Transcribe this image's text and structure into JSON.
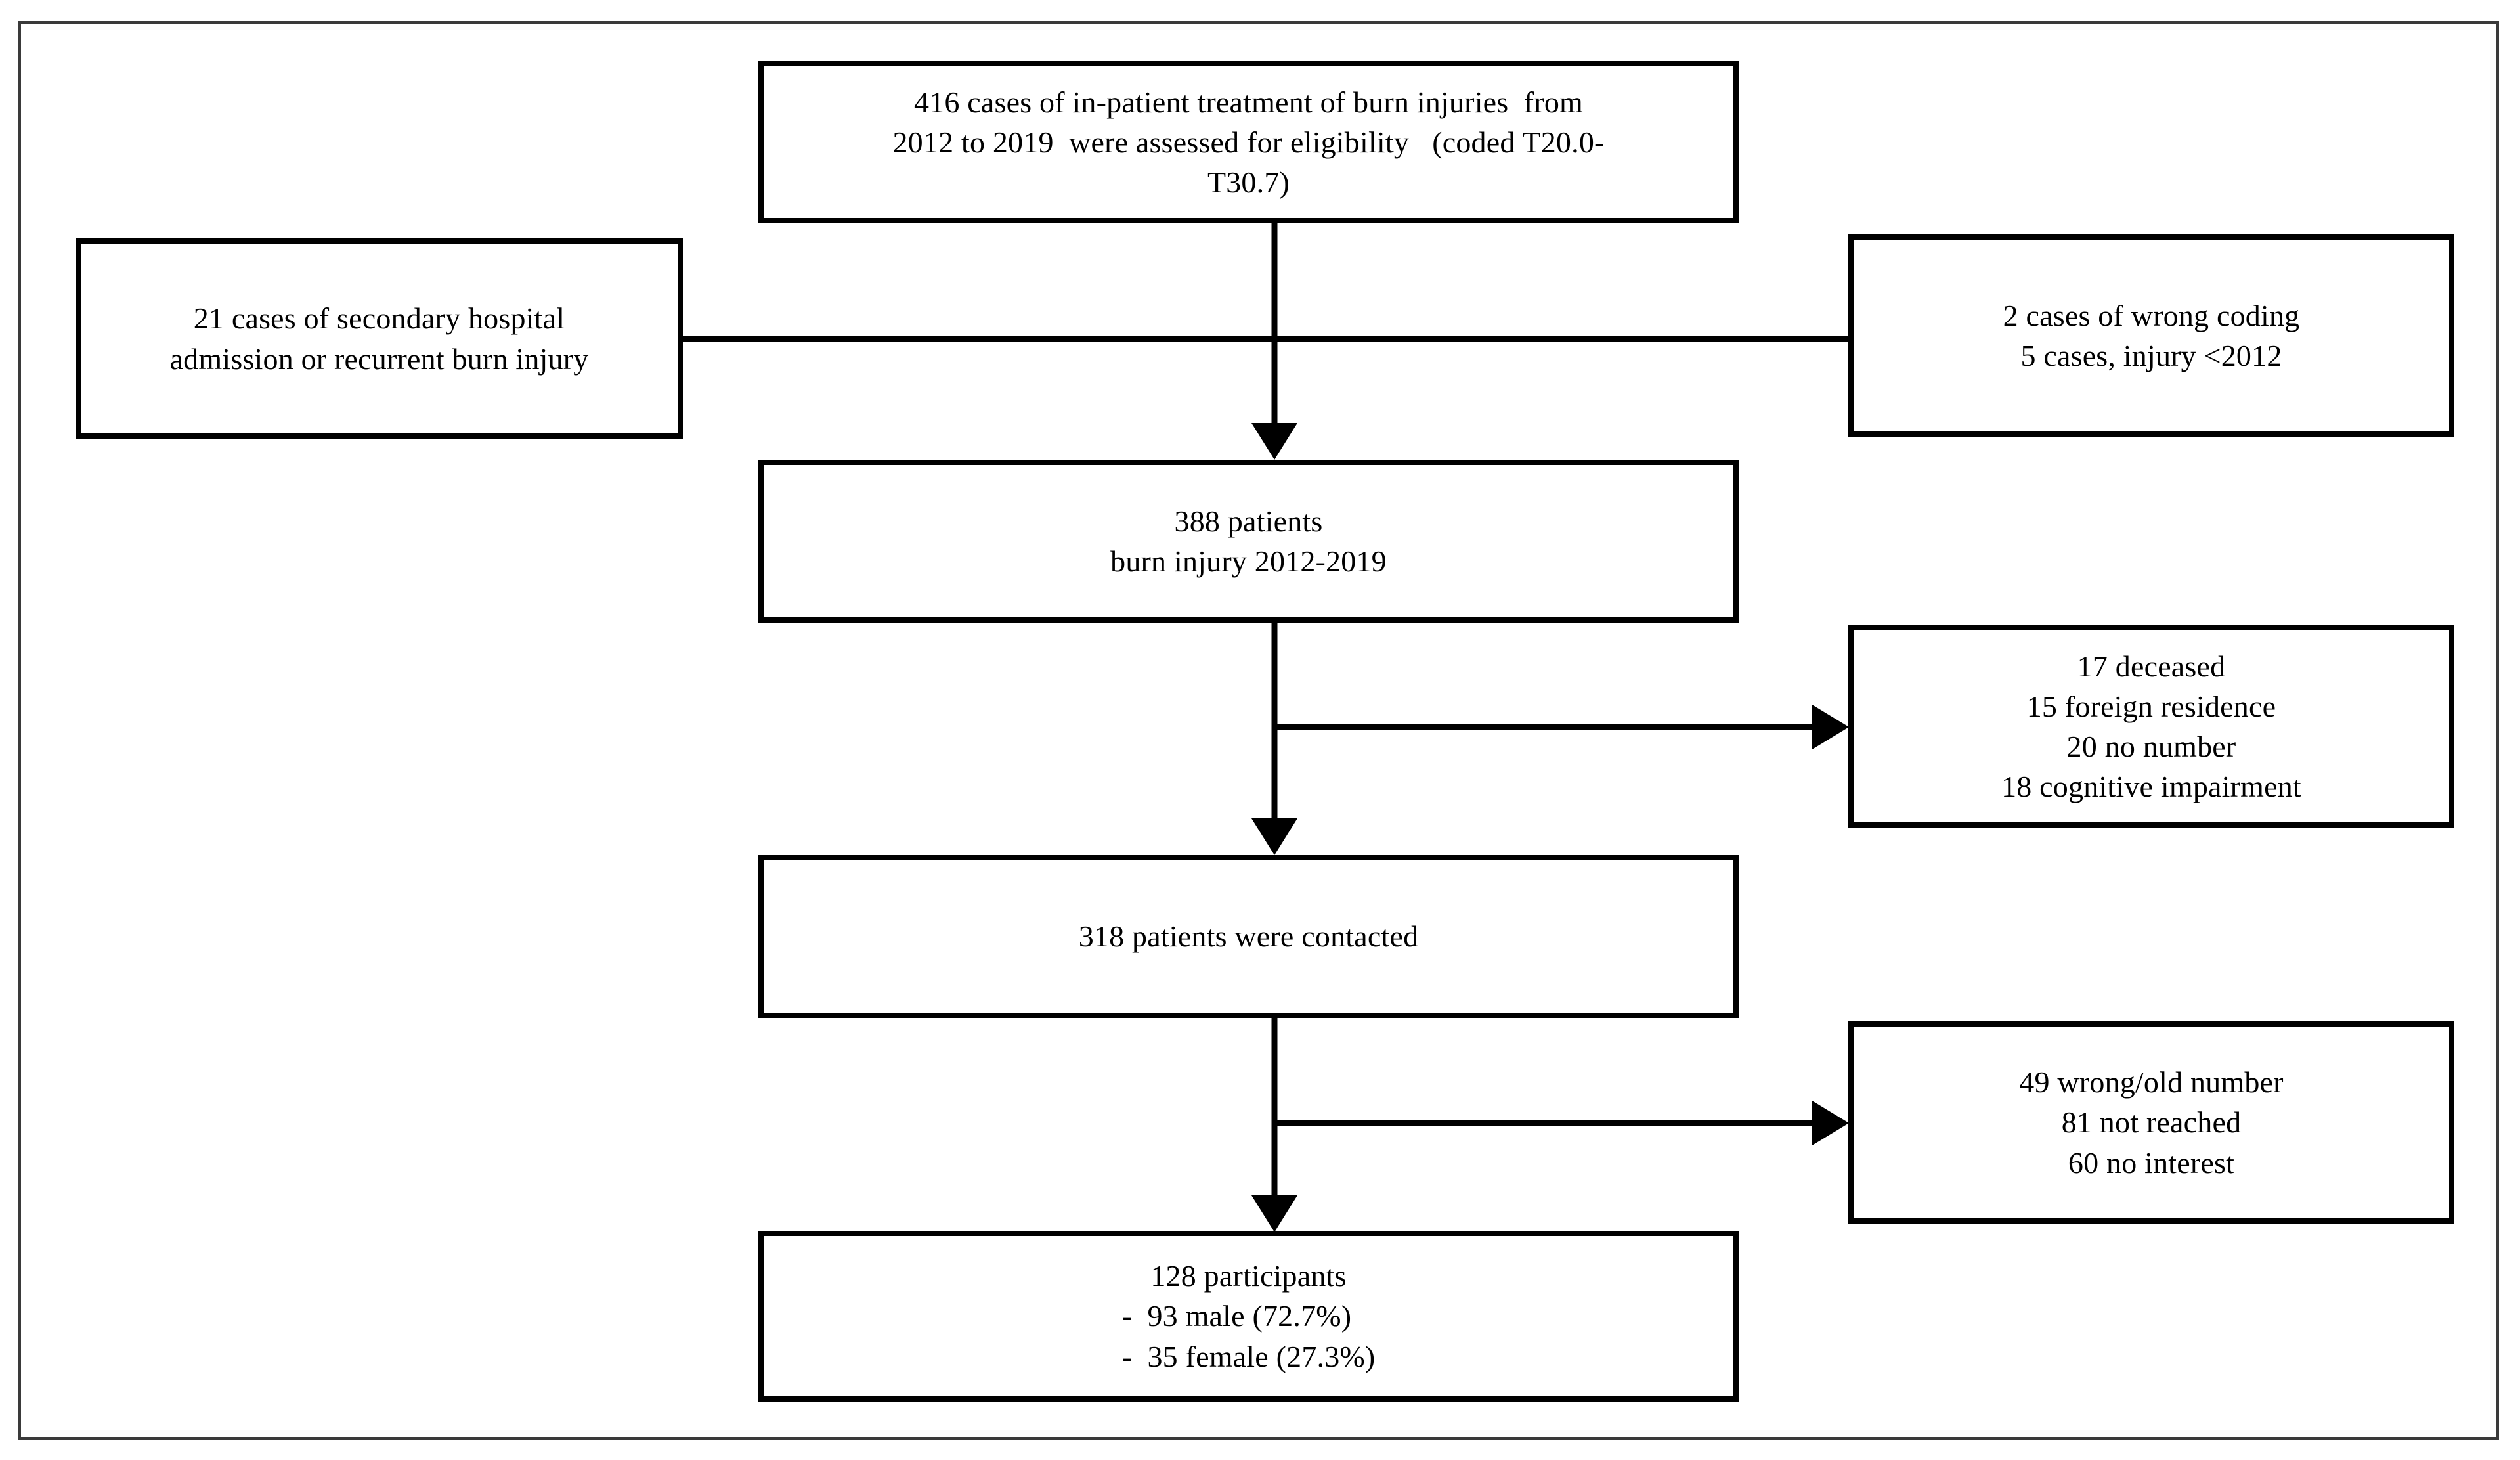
{
  "diagram": {
    "type": "flowchart",
    "title": "Participant enrollment flow diagram",
    "colors": {
      "box_border": "#000000",
      "connector": "#000000",
      "page_frame": "#3a3a3a",
      "background": "#ffffff",
      "text": "#000000"
    },
    "nodes": {
      "assessed": {
        "id": "assessed",
        "role": "main",
        "lines": [
          "416 cases of in-patient treatment of burn injuries  from",
          "2012 to 2019  were assessed for eligibility   (coded T20.0-",
          "T30.7)"
        ]
      },
      "excluded_left": {
        "id": "excluded-left",
        "role": "exclusion",
        "lines": [
          "21 cases of secondary hospital",
          "admission or recurrent burn injury"
        ]
      },
      "excluded_right_1": {
        "id": "excluded-right-1",
        "role": "exclusion",
        "lines": [
          "2 cases of wrong coding",
          "5 cases, injury <2012"
        ]
      },
      "patients_388": {
        "id": "patients-388",
        "role": "main",
        "lines": [
          "388 patients",
          "burn injury 2012-2019"
        ]
      },
      "excluded_right_2": {
        "id": "excluded-right-2",
        "role": "exclusion",
        "lines": [
          "17 deceased",
          "15 foreign residence",
          "20 no number",
          "18 cognitive impairment"
        ]
      },
      "contacted_318": {
        "id": "contacted-318",
        "role": "main",
        "lines": [
          "318 patients were contacted"
        ]
      },
      "excluded_right_3": {
        "id": "excluded-right-3",
        "role": "exclusion",
        "lines": [
          "49 wrong/old number",
          "81 not reached",
          "60 no interest"
        ]
      },
      "participants_128": {
        "id": "participants-128",
        "role": "main",
        "header": "128 participants",
        "bullets": [
          "-  93 male (72.7%)",
          "-  35 female (27.3%)"
        ]
      }
    },
    "flow_values": {
      "assessed_total": 416,
      "period_start": 2012,
      "period_end": 2019,
      "icd_code_range": "T20.0-T30.7",
      "excluded_secondary_admission": 21,
      "excluded_wrong_coding": 2,
      "excluded_injury_before_2012": 5,
      "eligible_patients": 388,
      "excluded_deceased": 17,
      "excluded_foreign_residence": 15,
      "excluded_no_number": 20,
      "excluded_cognitive_impairment": 18,
      "contacted_patients": 318,
      "excluded_wrong_old_number": 49,
      "excluded_not_reached": 81,
      "excluded_no_interest": 60,
      "final_participants": 128,
      "male_count": 93,
      "male_percent": "72.7%",
      "female_count": 35,
      "female_percent": "27.3%"
    }
  }
}
